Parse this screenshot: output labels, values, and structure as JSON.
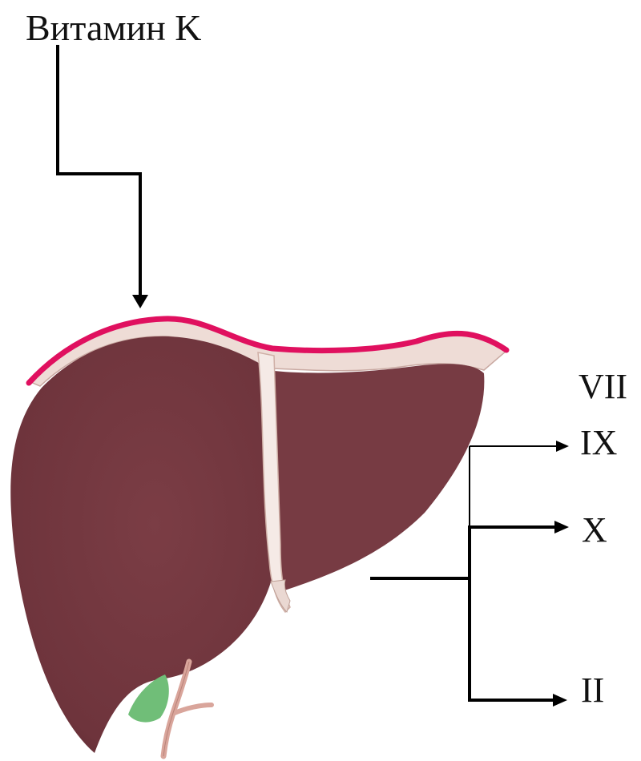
{
  "labels": {
    "vitamin": "Витамин K",
    "factor_vii": "VII",
    "factor_ix": "IX",
    "factor_x": "X",
    "factor_ii": "II"
  },
  "colors": {
    "liver": "#763A42",
    "liver_shade": "#5E2A32",
    "capsule": "#E0105F",
    "membrane": "#EEDCD6",
    "ligament": "#F5EAE6",
    "gallbladder": "#70BE78",
    "duct": "#D9A59B",
    "line": "#000000"
  }
}
